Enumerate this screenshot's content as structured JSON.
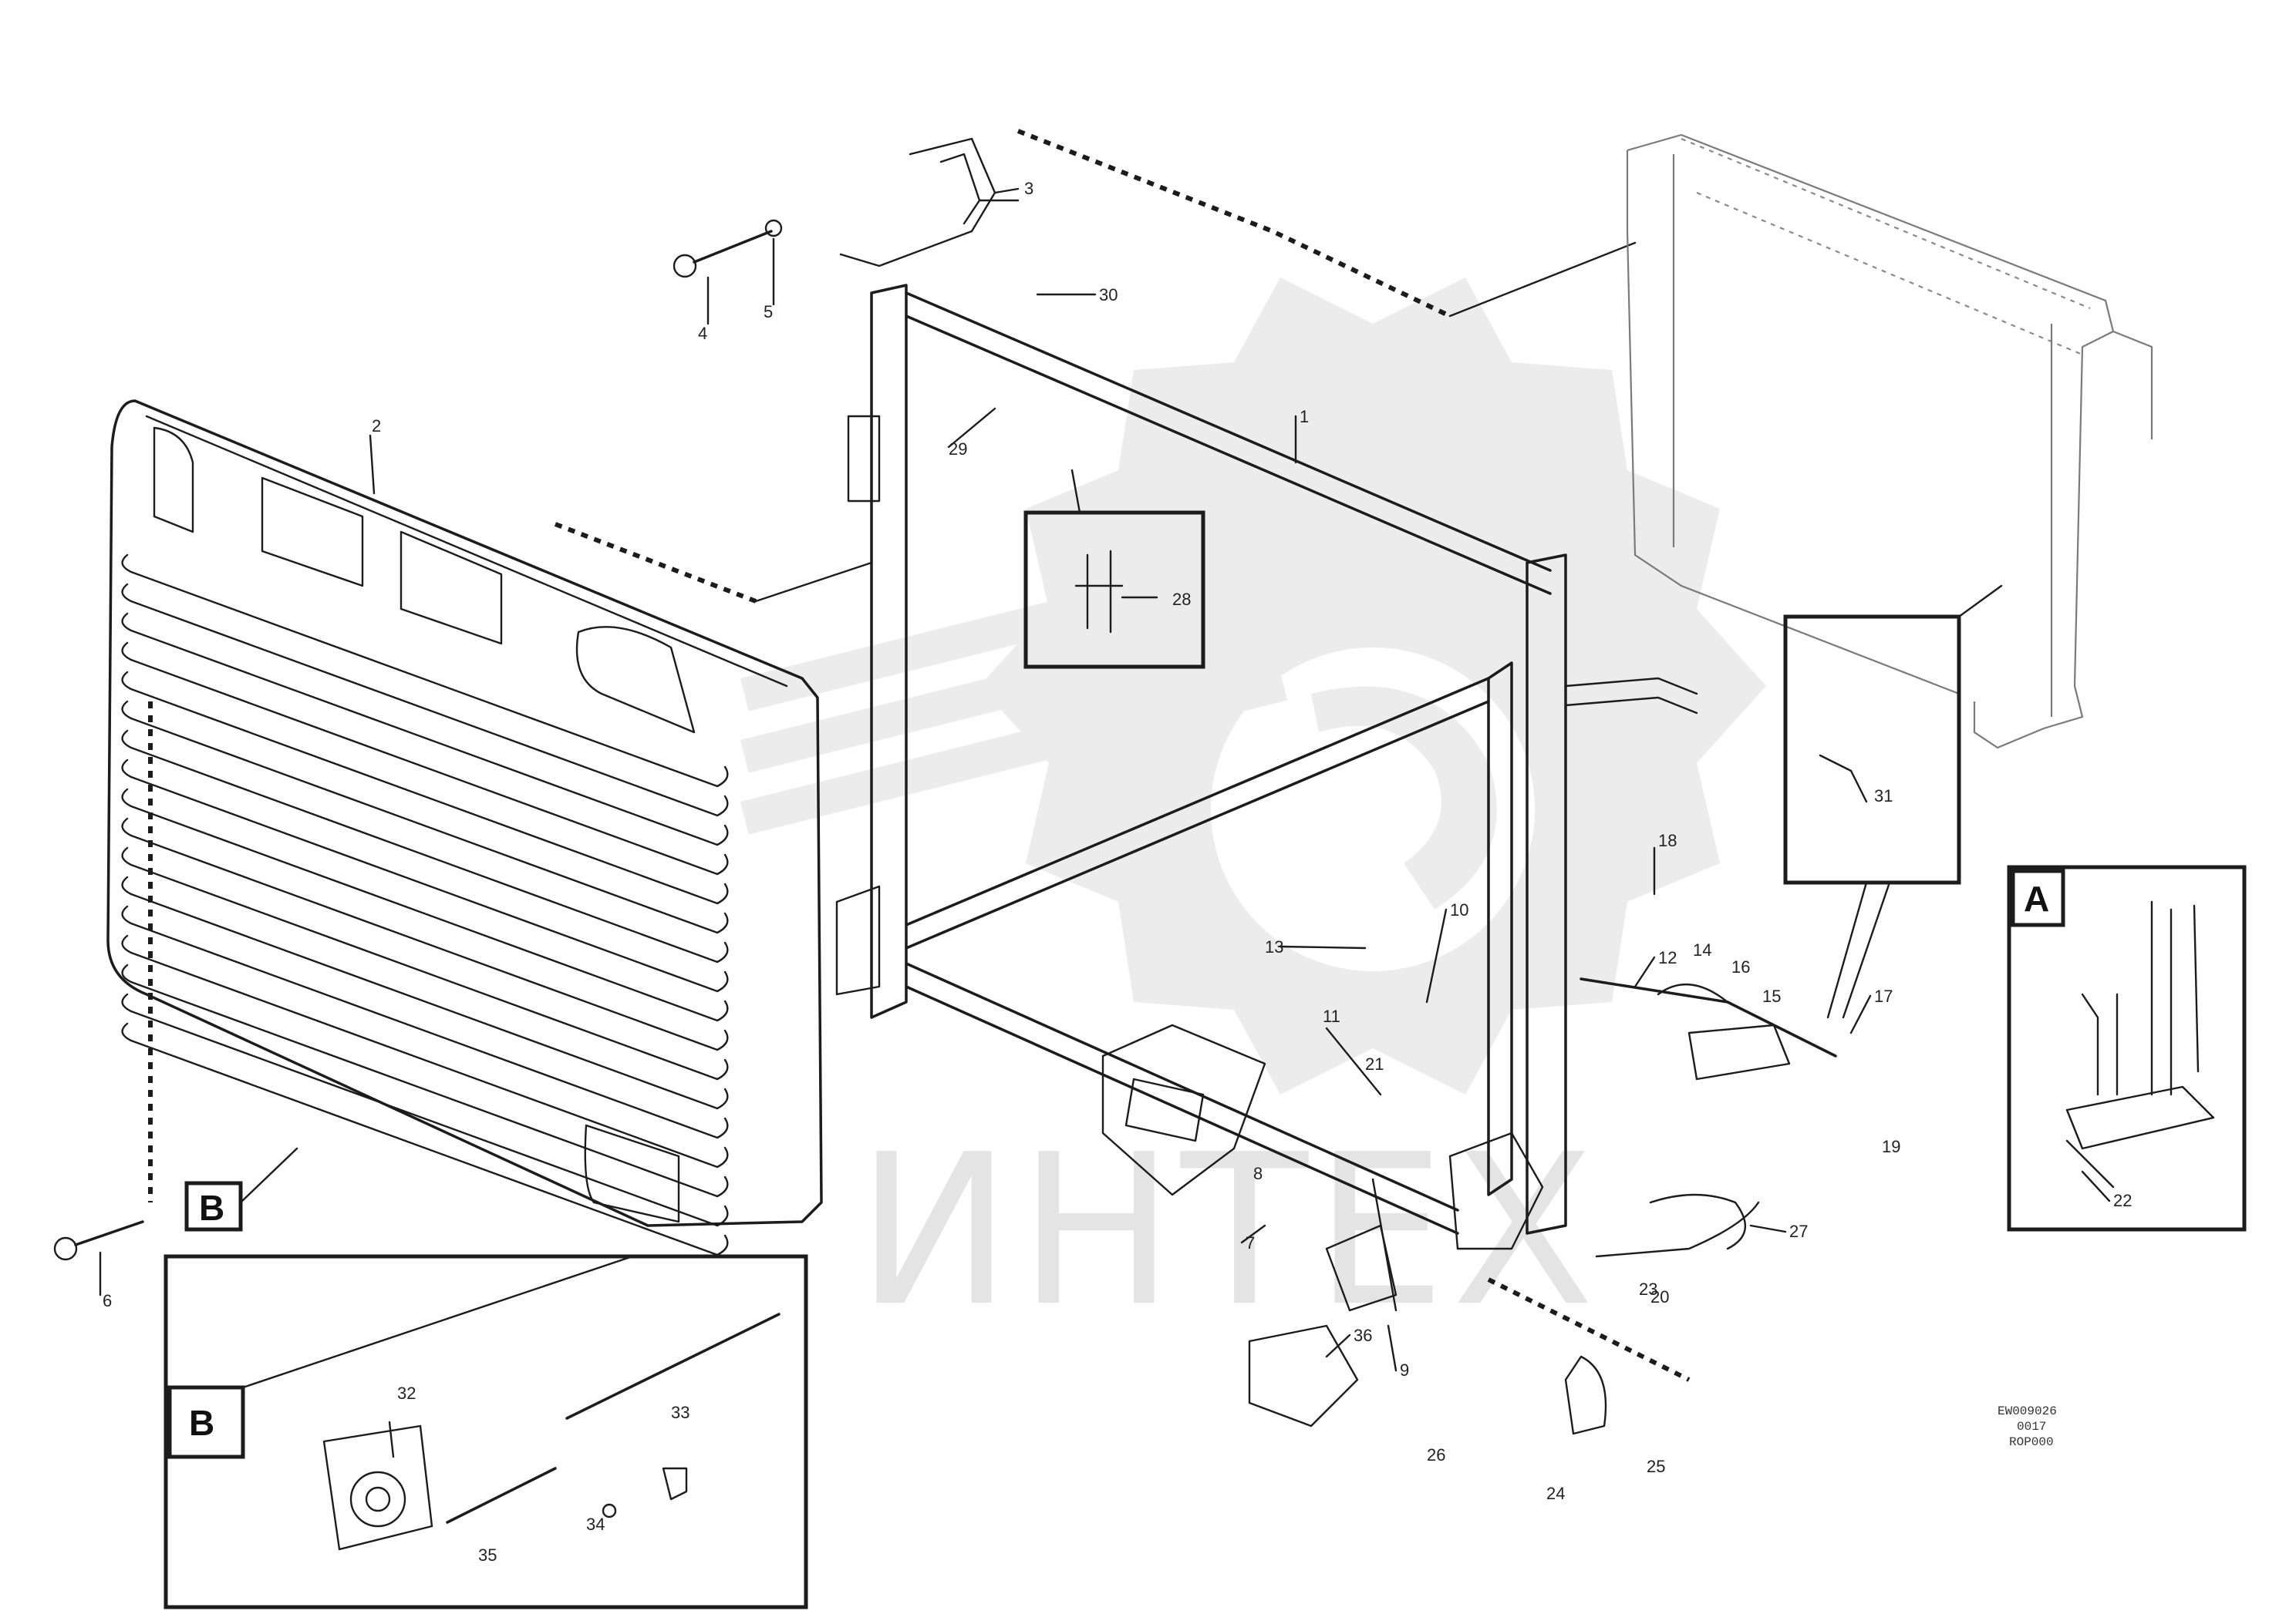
{
  "watermark": {
    "text": "ИНТЕХ",
    "logo_icon": "gear-logo-icon"
  },
  "views": {
    "a_letter": "A",
    "b_letter": "B"
  },
  "callouts": [
    {
      "id": "c1",
      "text": "4"
    },
    {
      "id": "c2",
      "text": "5"
    },
    {
      "id": "c3",
      "text": "3"
    },
    {
      "id": "c4",
      "text": "30"
    },
    {
      "id": "c5",
      "text": "1"
    },
    {
      "id": "c6",
      "text": "29"
    },
    {
      "id": "c7",
      "text": "2"
    },
    {
      "id": "c8",
      "text": "28"
    },
    {
      "id": "c9",
      "text": "31"
    },
    {
      "id": "c10",
      "text": "18"
    },
    {
      "id": "c11",
      "text": "12"
    },
    {
      "id": "c12",
      "text": "13"
    },
    {
      "id": "c13",
      "text": "10"
    },
    {
      "id": "c14",
      "text": "11"
    },
    {
      "id": "c15",
      "text": "16"
    },
    {
      "id": "c16",
      "text": "14"
    },
    {
      "id": "c17",
      "text": "15"
    },
    {
      "id": "c18",
      "text": "17"
    },
    {
      "id": "c19",
      "text": "19"
    },
    {
      "id": "c20",
      "text": "20"
    },
    {
      "id": "c21",
      "text": "21"
    },
    {
      "id": "c22",
      "text": "22"
    },
    {
      "id": "c23",
      "text": "23"
    },
    {
      "id": "c24",
      "text": "24"
    },
    {
      "id": "c25",
      "text": "25"
    },
    {
      "id": "c26",
      "text": "26"
    },
    {
      "id": "c27",
      "text": "27"
    },
    {
      "id": "c28",
      "text": "7"
    },
    {
      "id": "c29",
      "text": "8"
    },
    {
      "id": "c30",
      "text": "9"
    },
    {
      "id": "c31",
      "text": "6"
    },
    {
      "id": "c32",
      "text": "32"
    },
    {
      "id": "c33",
      "text": "33"
    },
    {
      "id": "c34",
      "text": "34"
    },
    {
      "id": "c35",
      "text": "35"
    },
    {
      "id": "c36",
      "text": "36"
    }
  ],
  "drawing_code": [
    "EW009026",
    "0017",
    "ROP000"
  ]
}
